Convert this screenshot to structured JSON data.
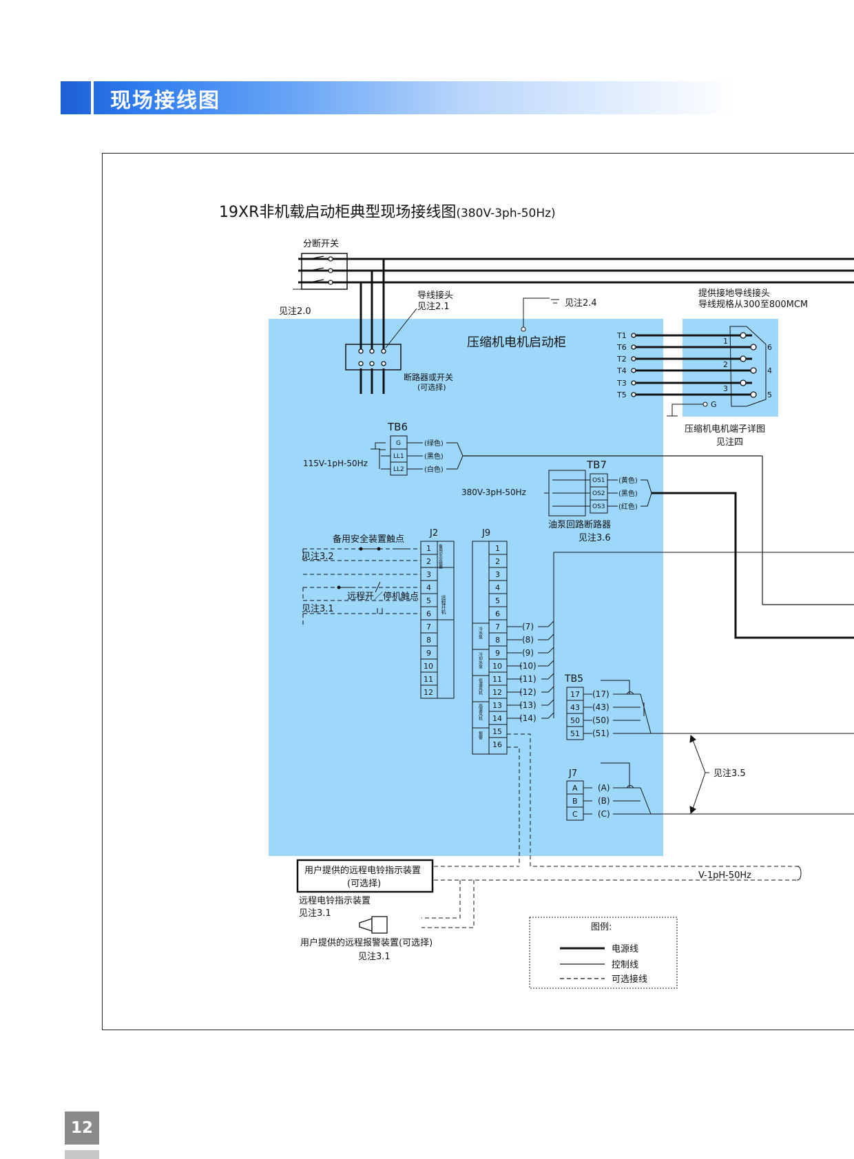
{
  "header": {
    "title": "现场接线图"
  },
  "diagram_title": {
    "main": "19XR非机载启动柜典型现场接线图",
    "sub": "(380V-3ph-50Hz)"
  },
  "labels": {
    "disconnect": "分断开关",
    "see_note_20": "见注2.0",
    "wire_connector": "导线接头",
    "see_note_21": "见注2.1",
    "see_note_24": "见注2.4",
    "ground_connector": "提供接地导线接头",
    "wire_spec": "导线规格从300至800MCM",
    "cabinet": "压缩机电机启动柜",
    "breaker": "断路器或开关",
    "optional": "(可选择)",
    "motor_terminal": "压缩机电机端子详图",
    "see_note_4": "见注四",
    "tb6": "TB6",
    "tb7": "TB7",
    "tb5": "TB5",
    "j2": "J2",
    "j9": "J9",
    "j7": "J7",
    "v115": "115V-1pH-50Hz",
    "v380": "380V-3pH-50Hz",
    "green": "(绿色)",
    "black": "(黑色)",
    "white": "(白色)",
    "yellow": "(黄色)",
    "red": "(红色)",
    "oil_pump_breaker": "油泵回路断路器",
    "see_note_36": "见注3.6",
    "backup_safety": "备用安全装置触点",
    "see_note_32": "见注3.2",
    "remote_start_stop": "远程开／停机触点",
    "see_note_31a": "见注3.1",
    "see_note_35": "见注3.5",
    "user_bell": "用户提供的远程电铃指示装置",
    "user_bell_opt": "(可选择)",
    "remote_bell": "远程电铃指示装置",
    "see_note_31b": "见注3.1",
    "user_alarm": "用户提供的远程报警装置(可选择)",
    "see_note_31c": "见注3.1",
    "v_1ph": "V-1pH-50Hz",
    "g": "G",
    "j2_side_1": "备用安全装置",
    "j2_side_2": "远程开机",
    "j9_side_1": "冷水泵",
    "j9_side_2": "冷却水泵",
    "j9_side_3": "低速风机",
    "j9_side_4": "高速风机",
    "j9_side_5": "报警"
  },
  "tb6_rows": [
    "G",
    "LL1",
    "LL2"
  ],
  "tb7_rows": [
    "OS1",
    "OS2",
    "OS3"
  ],
  "motor_terminals": [
    "T1",
    "T6",
    "T2",
    "T4",
    "T3",
    "T5"
  ],
  "motor_numbers": [
    "1",
    "6",
    "2",
    "4",
    "3",
    "5"
  ],
  "j2_rows": [
    "1",
    "2",
    "3",
    "4",
    "5",
    "6",
    "7",
    "8",
    "9",
    "10",
    "11",
    "12"
  ],
  "j9_rows": [
    "1",
    "2",
    "3",
    "4",
    "5",
    "6",
    "7",
    "8",
    "9",
    "10",
    "11",
    "12",
    "13",
    "14",
    "15",
    "16"
  ],
  "j9_wires": [
    "(7)",
    "(8)",
    "(9)",
    "(10)",
    "(11)",
    "(12)",
    "(13)",
    "(14)"
  ],
  "tb5_rows": [
    "17",
    "43",
    "50",
    "51"
  ],
  "tb5_wires": [
    "(17)",
    "(43)",
    "(50)",
    "(51)"
  ],
  "j7_rows": [
    "A",
    "B",
    "C"
  ],
  "j7_wires": [
    "(A)",
    "(B)",
    "(C)"
  ],
  "legend": {
    "title": "图例:",
    "power": "电源线",
    "control": "控制线",
    "optional": "可选接线"
  },
  "page_number": "12",
  "colors": {
    "panel_fill": "#9dd8fb",
    "header_blue": "#1e5fd6"
  }
}
